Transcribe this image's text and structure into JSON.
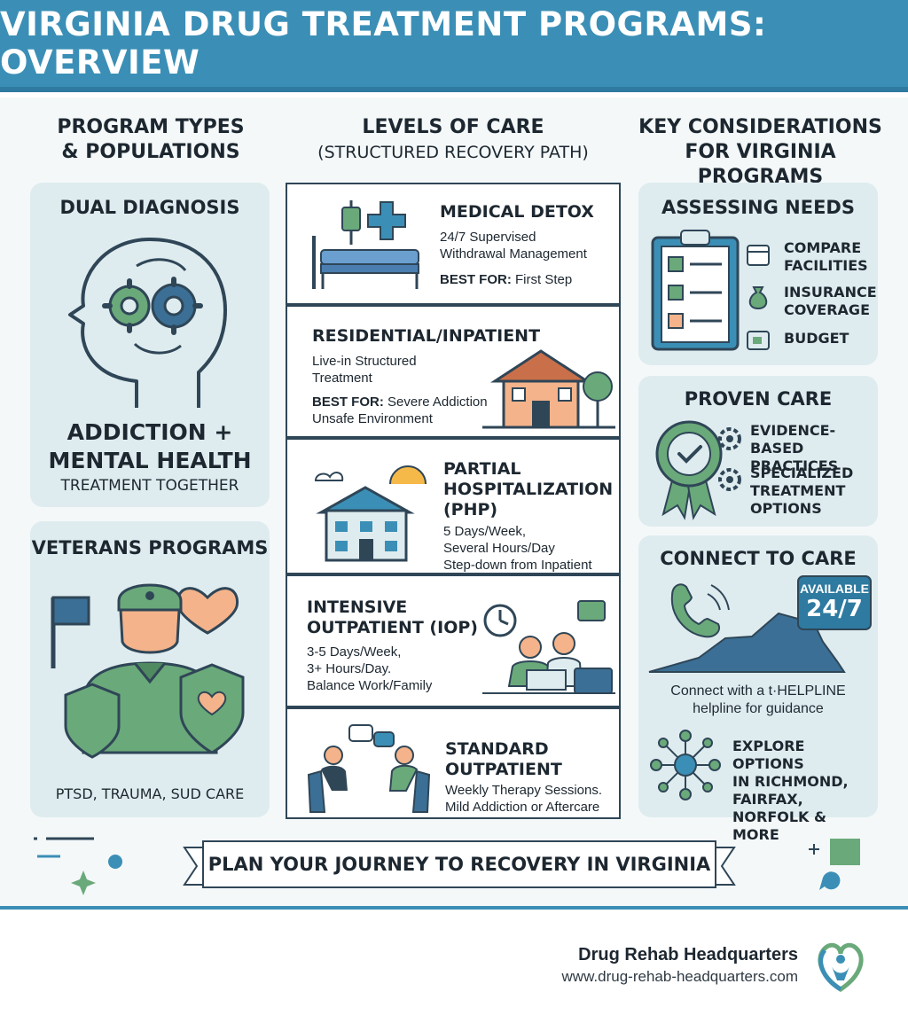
{
  "banner": {
    "title": "VIRGINIA DRUG TREATMENT PROGRAMS: OVERVIEW"
  },
  "columns": {
    "left": {
      "line1": "PROGRAM TYPES",
      "line2": "& POPULATIONS"
    },
    "middle": {
      "line1": "LEVELS OF CARE",
      "line2": "(STRUCTURED RECOVERY PATH)"
    },
    "right": {
      "line1": "KEY CONSIDERATIONS",
      "line2": "FOR VIRGINIA PROGRAMS"
    }
  },
  "dual_diagnosis": {
    "title": "DUAL DIAGNOSIS",
    "line1": "ADDICTION +",
    "line2": "MENTAL HEALTH",
    "subtitle": "TREATMENT TOGETHER"
  },
  "veterans": {
    "title": "VETERANS PROGRAMS",
    "caption": "PTSD, TRAUMA, SUD CARE"
  },
  "levels": [
    {
      "title1": "MEDICAL DETOX",
      "title2": "",
      "title3": "",
      "text1": "24/7 Supervised",
      "text2": "Withdrawal Management",
      "best_label": "BEST FOR:",
      "best_value": "First Step",
      "text3": ""
    },
    {
      "title1": "RESIDENTIAL/INPATIENT",
      "title2": "",
      "title3": "",
      "text1": "Live-in Structured",
      "text2": "Treatment",
      "best_label": "BEST FOR:",
      "best_value": "Severe Addiction",
      "text3": "Unsafe Environment"
    },
    {
      "title1": "PARTIAL",
      "title2": "HOSPITALIZATION",
      "title3": "(PHP)",
      "text1": "5 Days/Week,",
      "text2": "Several Hours/Day",
      "best_label": "",
      "best_value": "",
      "text3": "Step-down from Inpatient"
    },
    {
      "title1": "INTENSIVE",
      "title2": "OUTPATIENT (IOP)",
      "title3": "",
      "text1": "3-5 Days/Week,",
      "text2": "3+ Hours/Day.",
      "best_label": "",
      "best_value": "",
      "text3": "Balance Work/Family"
    },
    {
      "title1": "STANDARD",
      "title2": "OUTPATIENT",
      "title3": "",
      "text1": "Weekly Therapy Sessions.",
      "text2": "Mild Addiction or Aftercare",
      "best_label": "",
      "best_value": "",
      "text3": ""
    }
  ],
  "assessing": {
    "title": "ASSESSING NEEDS",
    "items": [
      {
        "line1": "COMPARE",
        "line2": "FACILITIES",
        "icon": "calendar-icon"
      },
      {
        "line1": "INSURANCE",
        "line2": "COVERAGE",
        "icon": "money-bag-icon"
      },
      {
        "line1": "BUDGET",
        "line2": "",
        "icon": "wallet-icon"
      }
    ]
  },
  "proven": {
    "title": "PROVEN CARE",
    "items": [
      {
        "line1": "EVIDENCE-BASED",
        "line2": "PRACTICES",
        "line3": ""
      },
      {
        "line1": "SPECIALIZED",
        "line2": "TREATMENT",
        "line3": "OPTIONS"
      }
    ]
  },
  "connect": {
    "title": "CONNECT TO CARE",
    "badge_top": "AVAILABLE",
    "badge_main": "24/7",
    "text1": "Connect with a t·HELPLINE",
    "text2": "helpline for guidance",
    "explore1": "EXPLORE OPTIONS",
    "explore2": "IN RICHMOND,",
    "explore3": "FAIRFAX,",
    "explore4": "NORFOLK & MORE"
  },
  "ribbon": {
    "text": "PLAN YOUR JOURNEY TO RECOVERY IN VIRGINIA"
  },
  "footer": {
    "brand": "Drug Rehab Headquarters",
    "url": "www.drug-rehab-headquarters.com"
  },
  "colors": {
    "accent_blue": "#3b8fb6",
    "panel_bg": "#dfecef",
    "green": "#6aa97a",
    "dark": "#2f4657",
    "orange": "#f4b38a"
  }
}
